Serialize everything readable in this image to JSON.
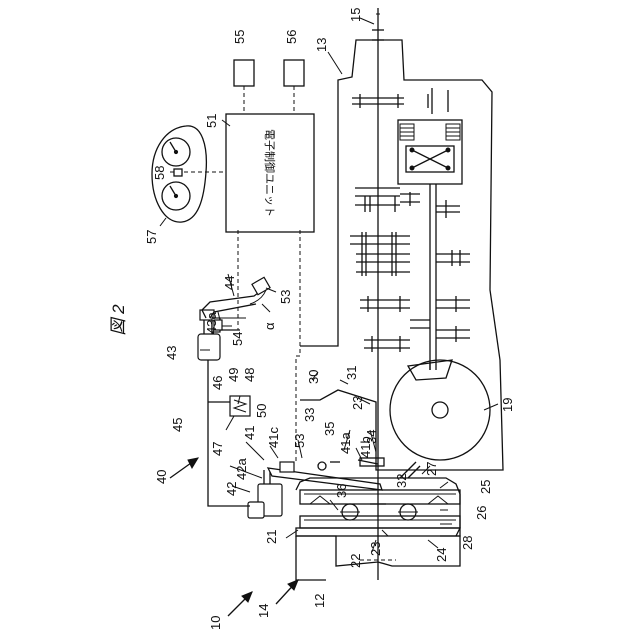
{
  "figure": {
    "caption": "図 2",
    "ecu_text": "電子制御ユニット"
  },
  "labels": {
    "l10": "10",
    "l12": "12",
    "l13": "13",
    "l14": "14",
    "l15": "15",
    "l19": "19",
    "l21": "21",
    "l22": "22",
    "l23a": "23",
    "l23b": "23",
    "l24": "24",
    "l25": "25",
    "l26": "26",
    "l27": "27",
    "l28": "28",
    "l30": "30",
    "l31": "31",
    "l32": "32",
    "l33": "33",
    "l34": "34",
    "l35": "35",
    "l36": "36",
    "l40": "40",
    "l41": "41",
    "l41a": "41a",
    "l41b": "41b",
    "l41c": "41c",
    "l42": "42",
    "l42a": "42a",
    "l43": "43",
    "l43a": "43a",
    "l44": "44",
    "l45": "45",
    "l46": "46",
    "l47": "47",
    "l48": "48",
    "l49": "49",
    "l50": "50",
    "l51": "51",
    "l53a": "53",
    "l53b": "53",
    "l54": "54",
    "l55": "55",
    "l56": "56",
    "l57": "57",
    "l58": "58",
    "alpha": "α"
  }
}
